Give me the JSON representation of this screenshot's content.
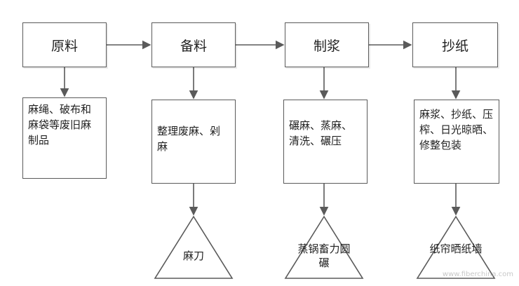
{
  "stages": [
    {
      "label": "原料",
      "detail": "麻绳、破布和麻袋等废旧麻制品"
    },
    {
      "label": "备料",
      "detail": "整理废麻、剁麻",
      "tool": "麻刀"
    },
    {
      "label": "制浆",
      "detail": "碾麻、蒸麻、清洗、碾压",
      "tool": "蒸锅畜力圆碾"
    },
    {
      "label": "抄纸",
      "detail": "麻浆、抄纸、压榨、日光晾晒、修整包装",
      "tool": "纸帘晒纸墙"
    }
  ],
  "watermark": "www.fiberchina.com",
  "colors": {
    "line": "#5a5a5a",
    "text": "#222222"
  }
}
